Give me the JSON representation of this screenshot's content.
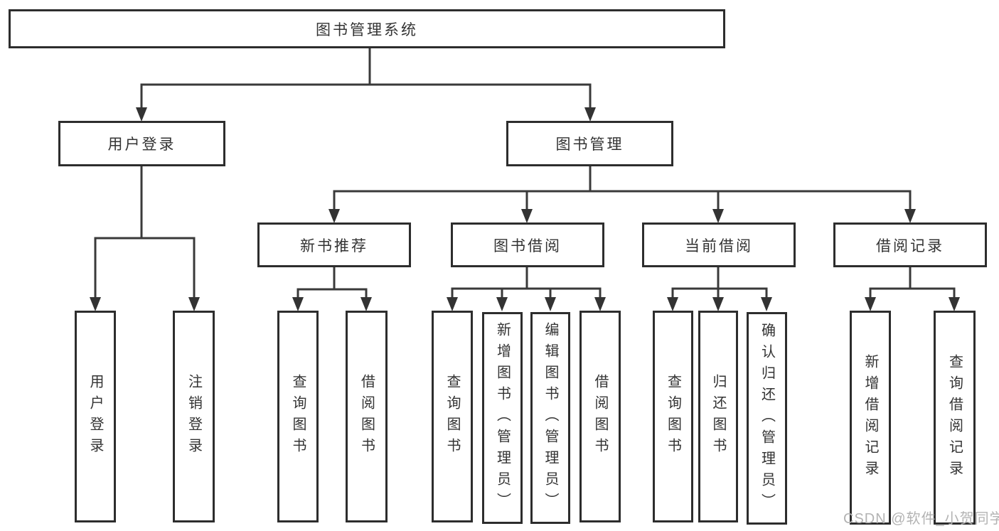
{
  "colors": {
    "line": "#3a3a3a",
    "box_border": "#2d2d2d",
    "text": "#333333",
    "watermark": "#b3b3b3",
    "background": "#ffffff"
  },
  "watermark": "CSDN @软件_小贺同学",
  "tree": {
    "root": "图书管理系统",
    "user_login": {
      "label": "用户登录",
      "children": [
        "用户登录",
        "注销登录"
      ]
    },
    "book_mgmt": {
      "label": "图书管理",
      "groups": {
        "new_books": {
          "label": "新书推荐",
          "children": [
            "查询图书",
            "借阅图书"
          ]
        },
        "borrowing": {
          "label": "图书借阅",
          "children": [
            "查询图书",
            "新增图书（管理员）",
            "编辑图书（管理员）",
            "借阅图书"
          ]
        },
        "current": {
          "label": "当前借阅",
          "children": [
            "查询图书",
            "归还图书",
            "确认归还（管理员）"
          ]
        },
        "records": {
          "label": "借阅记录",
          "children": [
            "新增借阅记录",
            "查询借阅记录"
          ]
        }
      }
    }
  }
}
